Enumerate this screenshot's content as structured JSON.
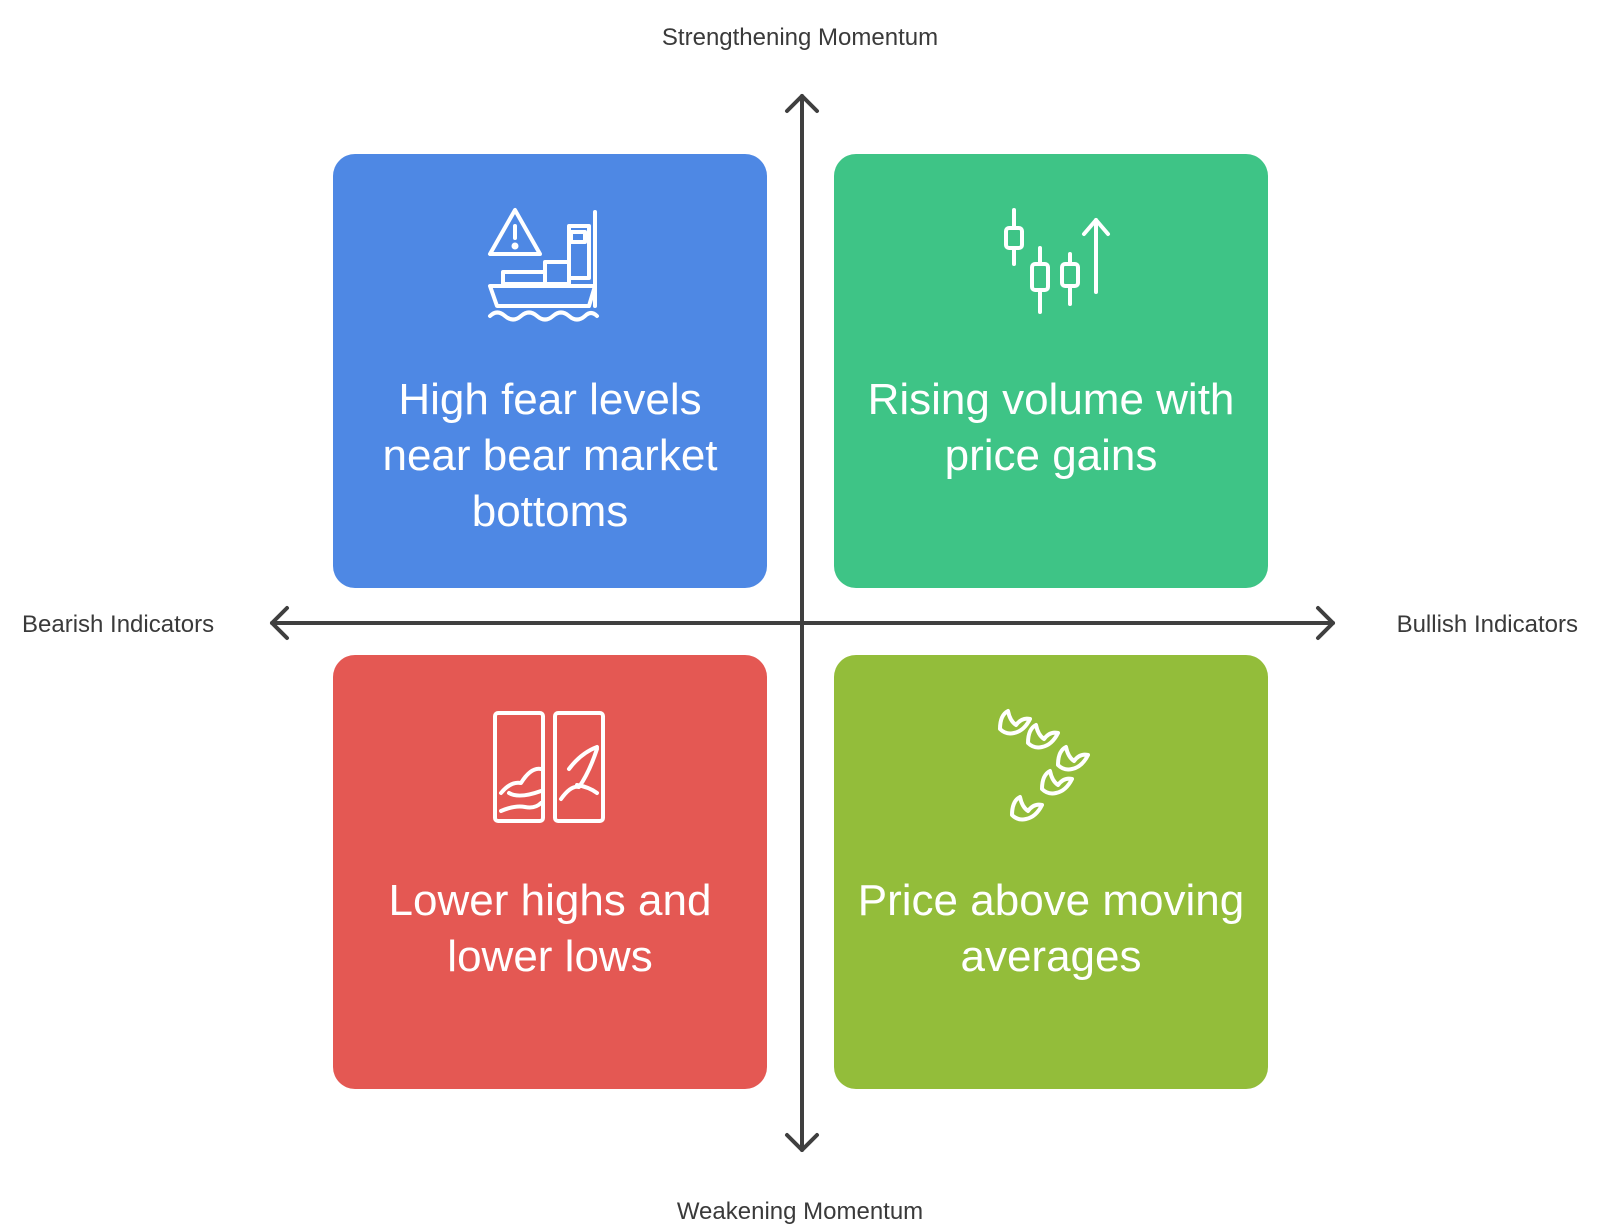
{
  "axes": {
    "top": "Strengthening Momentum",
    "bottom": "Weakening Momentum",
    "left": "Bearish Indicators",
    "right": "Bullish Indicators"
  },
  "quadrants": {
    "top_left": {
      "text": "High fear levels near bear market bottoms",
      "icon": "sinking-ship-warning-icon",
      "color": "#4e88e4"
    },
    "top_right": {
      "text": "Rising volume with price gains",
      "icon": "candlestick-up-arrow-icon",
      "color": "#3ec486"
    },
    "bottom_left": {
      "text": "Lower highs and lower lows",
      "icon": "descending-panels-icon",
      "color": "#e45853"
    },
    "bottom_right": {
      "text": "Price above moving averages",
      "icon": "flock-of-birds-icon",
      "color": "#93bd3a"
    }
  }
}
